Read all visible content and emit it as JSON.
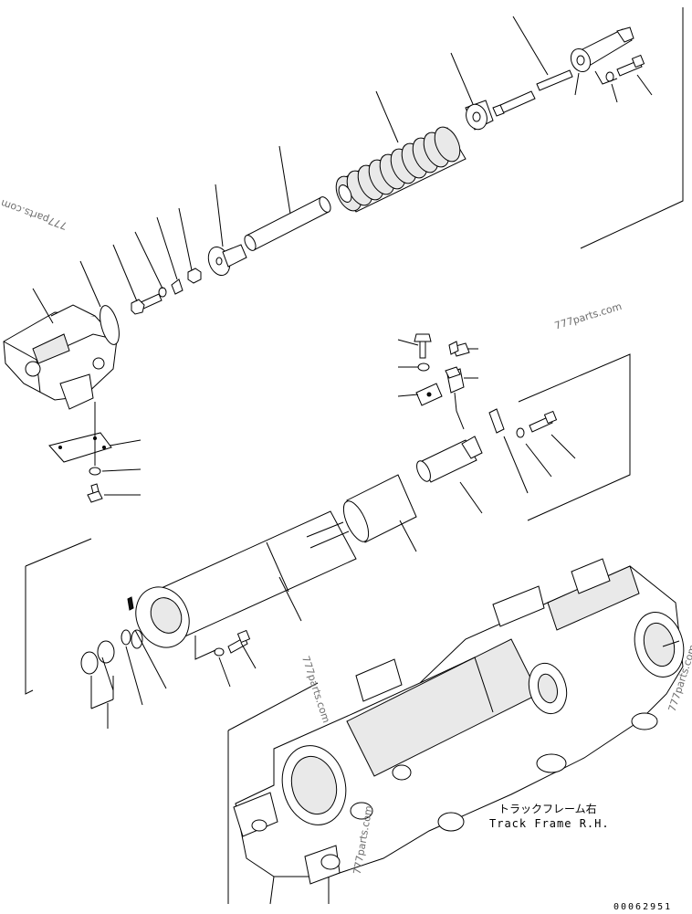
{
  "diagram": {
    "label_jp": "トラックフレーム右",
    "label_en": "Track Frame R.H.",
    "drawing_number": "00062951",
    "watermarks": [
      "777parts.com",
      "777parts.com",
      "777parts.com",
      "777parts.com",
      "777parts.com"
    ]
  }
}
